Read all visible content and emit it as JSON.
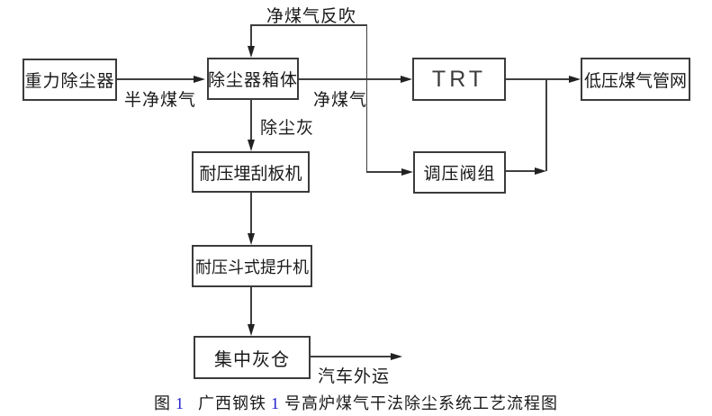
{
  "diagram": {
    "nodes": [
      {
        "id": "gravity-collector",
        "label": "重力除尘器"
      },
      {
        "id": "collector-box",
        "label": "除尘器箱体"
      },
      {
        "id": "trt",
        "label": "TRT"
      },
      {
        "id": "lp-gas-network",
        "label": "低压煤气管网"
      },
      {
        "id": "valve-group",
        "label": "调压阀组"
      },
      {
        "id": "scraper-machine",
        "label": "耐压埋刮板机"
      },
      {
        "id": "bucket-elevator",
        "label": "耐压斗式提升机"
      },
      {
        "id": "ash-silo",
        "label": "集中灰仓"
      }
    ],
    "edge_labels": {
      "backflush": "净煤气反吹",
      "semi_clean_gas": "半净煤气",
      "clean_gas": "净煤气",
      "dust_ash": "除尘灰",
      "truck_out": "汽车外运"
    },
    "edges": [
      {
        "from": "gravity-collector",
        "to": "collector-box",
        "label": "半净煤气"
      },
      {
        "from": "collector-box",
        "to": "trt",
        "label": "净煤气"
      },
      {
        "from": "collector-box",
        "to": "valve-group",
        "label": ""
      },
      {
        "from": "clean-gas-line",
        "to": "collector-box",
        "label": "净煤气反吹"
      },
      {
        "from": "trt",
        "to": "lp-gas-network",
        "label": ""
      },
      {
        "from": "valve-group",
        "to": "lp-gas-network",
        "label": ""
      },
      {
        "from": "collector-box",
        "to": "scraper-machine",
        "label": "除尘灰"
      },
      {
        "from": "scraper-machine",
        "to": "bucket-elevator",
        "label": ""
      },
      {
        "from": "bucket-elevator",
        "to": "ash-silo",
        "label": ""
      },
      {
        "from": "ash-silo",
        "to": "out",
        "label": "汽车外运"
      }
    ],
    "caption": {
      "prefix": "图",
      "fig_no": "1",
      "mid": "广西钢铁",
      "unit_no": "1",
      "suffix": "号高炉煤气干法除尘系统工艺流程图"
    },
    "colors": {
      "line": "#3f3f3f",
      "box_border": "#3b3b3b",
      "text": "#1a1a1a",
      "accent_number": "#2222cc",
      "background": "#ffffff"
    }
  }
}
